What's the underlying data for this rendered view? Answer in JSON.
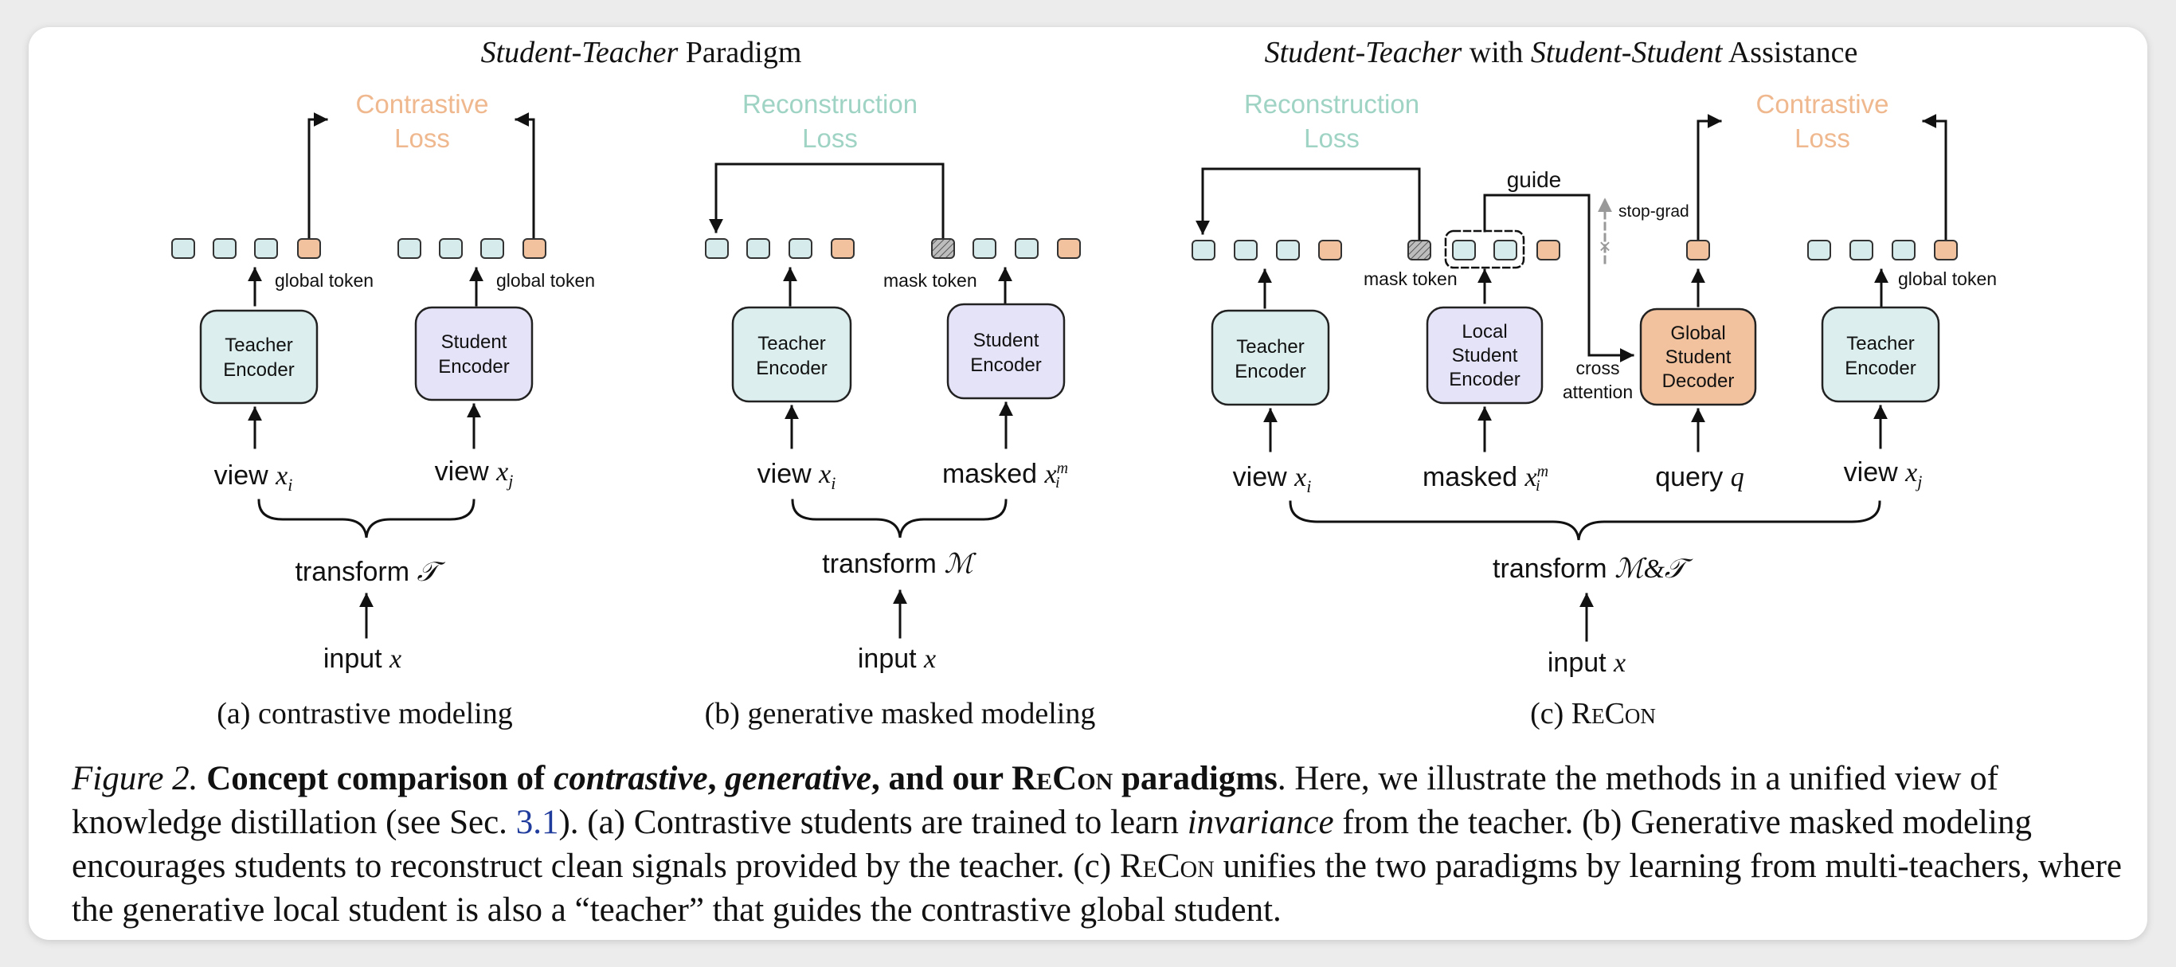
{
  "figure": {
    "headers": {
      "left": {
        "italic": "Student-Teacher",
        "rest": " Paradigm"
      },
      "right": {
        "italic1": "Student-Teacher",
        "mid": " with ",
        "italic2": "Student-Student",
        "rest": " Assistance"
      }
    },
    "loss": {
      "contrastive_line1": "Contrastive",
      "reconstruction_line1": "Reconstruction",
      "line2": "Loss"
    },
    "labels": {
      "global_token": "global token",
      "mask_token": "mask token",
      "guide": "guide",
      "stop_grad": "stop-grad",
      "cross": "cross",
      "attention": "attention"
    },
    "encoders": {
      "teacher_line1": "Teacher",
      "encoder": "Encoder",
      "student_line1": "Student",
      "local": "Local",
      "global": "Global",
      "decoder": "Decoder"
    },
    "inputs": {
      "view": "view",
      "masked": "masked",
      "query": "query",
      "transform": "transform",
      "input": "input",
      "xi": "x",
      "xi_sub": "i",
      "xj_sub": "j",
      "m_sup": "m",
      "q": "q",
      "x": "x",
      "T": "𝒯",
      "M": "ℳ",
      "MT": "ℳ&𝒯"
    },
    "subcaptions": {
      "a": "(a) contrastive modeling",
      "b": "(b) generative masked modeling",
      "c_prefix": "(c) ",
      "c_name": "ReCon"
    },
    "colors": {
      "teacher": "#dcefee",
      "student": "#e5e3f8",
      "global_decoder": "#f2c29e",
      "token_teal": "#d6ecec",
      "token_orange": "#f2c29e",
      "contrastive_text": "#efb88e",
      "reconstruction_text": "#9fd3c4"
    }
  },
  "caption": {
    "label": "Figure 2.",
    "bold1": "Concept comparison of ",
    "bi1": "contrastive",
    "bold2": ", ",
    "bi2": "generative",
    "bold3": ", and our ",
    "bold_sc": "ReCon",
    "bold4": " paradigms",
    "t1": ". Here, we illustrate the methods in a unified view of knowledge distillation (see Sec. ",
    "ref": "3.1",
    "t2": "). (a) Contrastive students are trained to learn ",
    "it1": "invariance",
    "t3": " from the teacher. (b) Generative masked modeling encourages students to reconstruct clean signals provided by the teacher. (c) ",
    "sc2": "ReCon",
    "t4": " unifies the two paradigms by learning from multi-teachers, where the generative local student is also a “teacher” that guides the contrastive global student."
  }
}
